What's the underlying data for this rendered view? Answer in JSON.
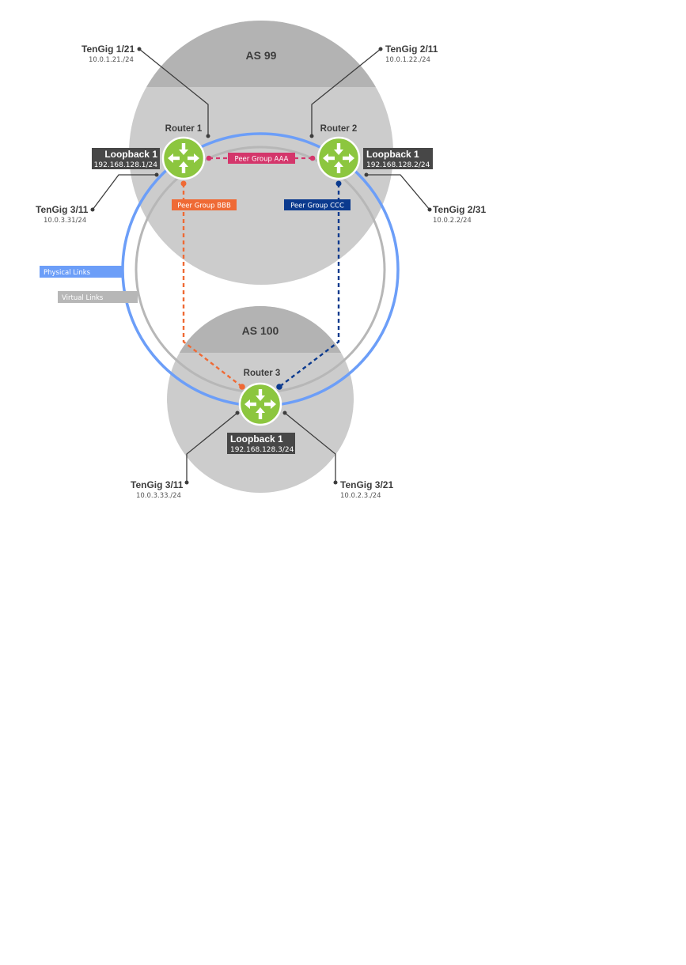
{
  "colors": {
    "as_region": "#cccccc",
    "as_header": "#b3b3b3",
    "physical_link": "#6c9ef8",
    "virtual_link": "#b7b7b7",
    "router_body": "#8cc63f",
    "peer_group_aaa": "#d4366b",
    "peer_group_bbb": "#ef6a35",
    "peer_group_ccc": "#0b3a8e",
    "loopback_box": "#474747"
  },
  "autonomous_systems": {
    "as99": {
      "label": "AS 99"
    },
    "as100": {
      "label": "AS 100"
    }
  },
  "routers": {
    "r1": {
      "label": "Router 1",
      "icon": "router-icon"
    },
    "r2": {
      "label": "Router 2",
      "icon": "router-icon"
    },
    "r3": {
      "label": "Router 3",
      "icon": "router-icon"
    }
  },
  "loopbacks": {
    "r1": {
      "title": "Loopback 1",
      "ip": "192.168.128.1/24"
    },
    "r2": {
      "title": "Loopback 1",
      "ip": "192.168.128.2/24"
    },
    "r3": {
      "title": "Loopback 1",
      "ip": "192.168.128.3/24"
    }
  },
  "interfaces": {
    "r1_top": {
      "name": "TenGig 1/21",
      "ip": "10.0.1.21./24"
    },
    "r1_side": {
      "name": "TenGig 3/11",
      "ip": "10.0.3.31/24"
    },
    "r2_top": {
      "name": "TenGig 2/11",
      "ip": "10.0.1.22./24"
    },
    "r2_side": {
      "name": "TenGig 2/31",
      "ip": "10.0.2.2/24"
    },
    "r3_left": {
      "name": "TenGig 3/11",
      "ip": "10.0.3.33./24"
    },
    "r3_right": {
      "name": "TenGig 3/21",
      "ip": "10.0.2.3./24"
    }
  },
  "peer_groups": {
    "aaa": {
      "label": "Peer Group AAA"
    },
    "bbb": {
      "label": "Peer Group BBB"
    },
    "ccc": {
      "label": "Peer Group CCC"
    }
  },
  "legend": {
    "physical": "Physical Links",
    "virtual": "Virtual Links"
  }
}
